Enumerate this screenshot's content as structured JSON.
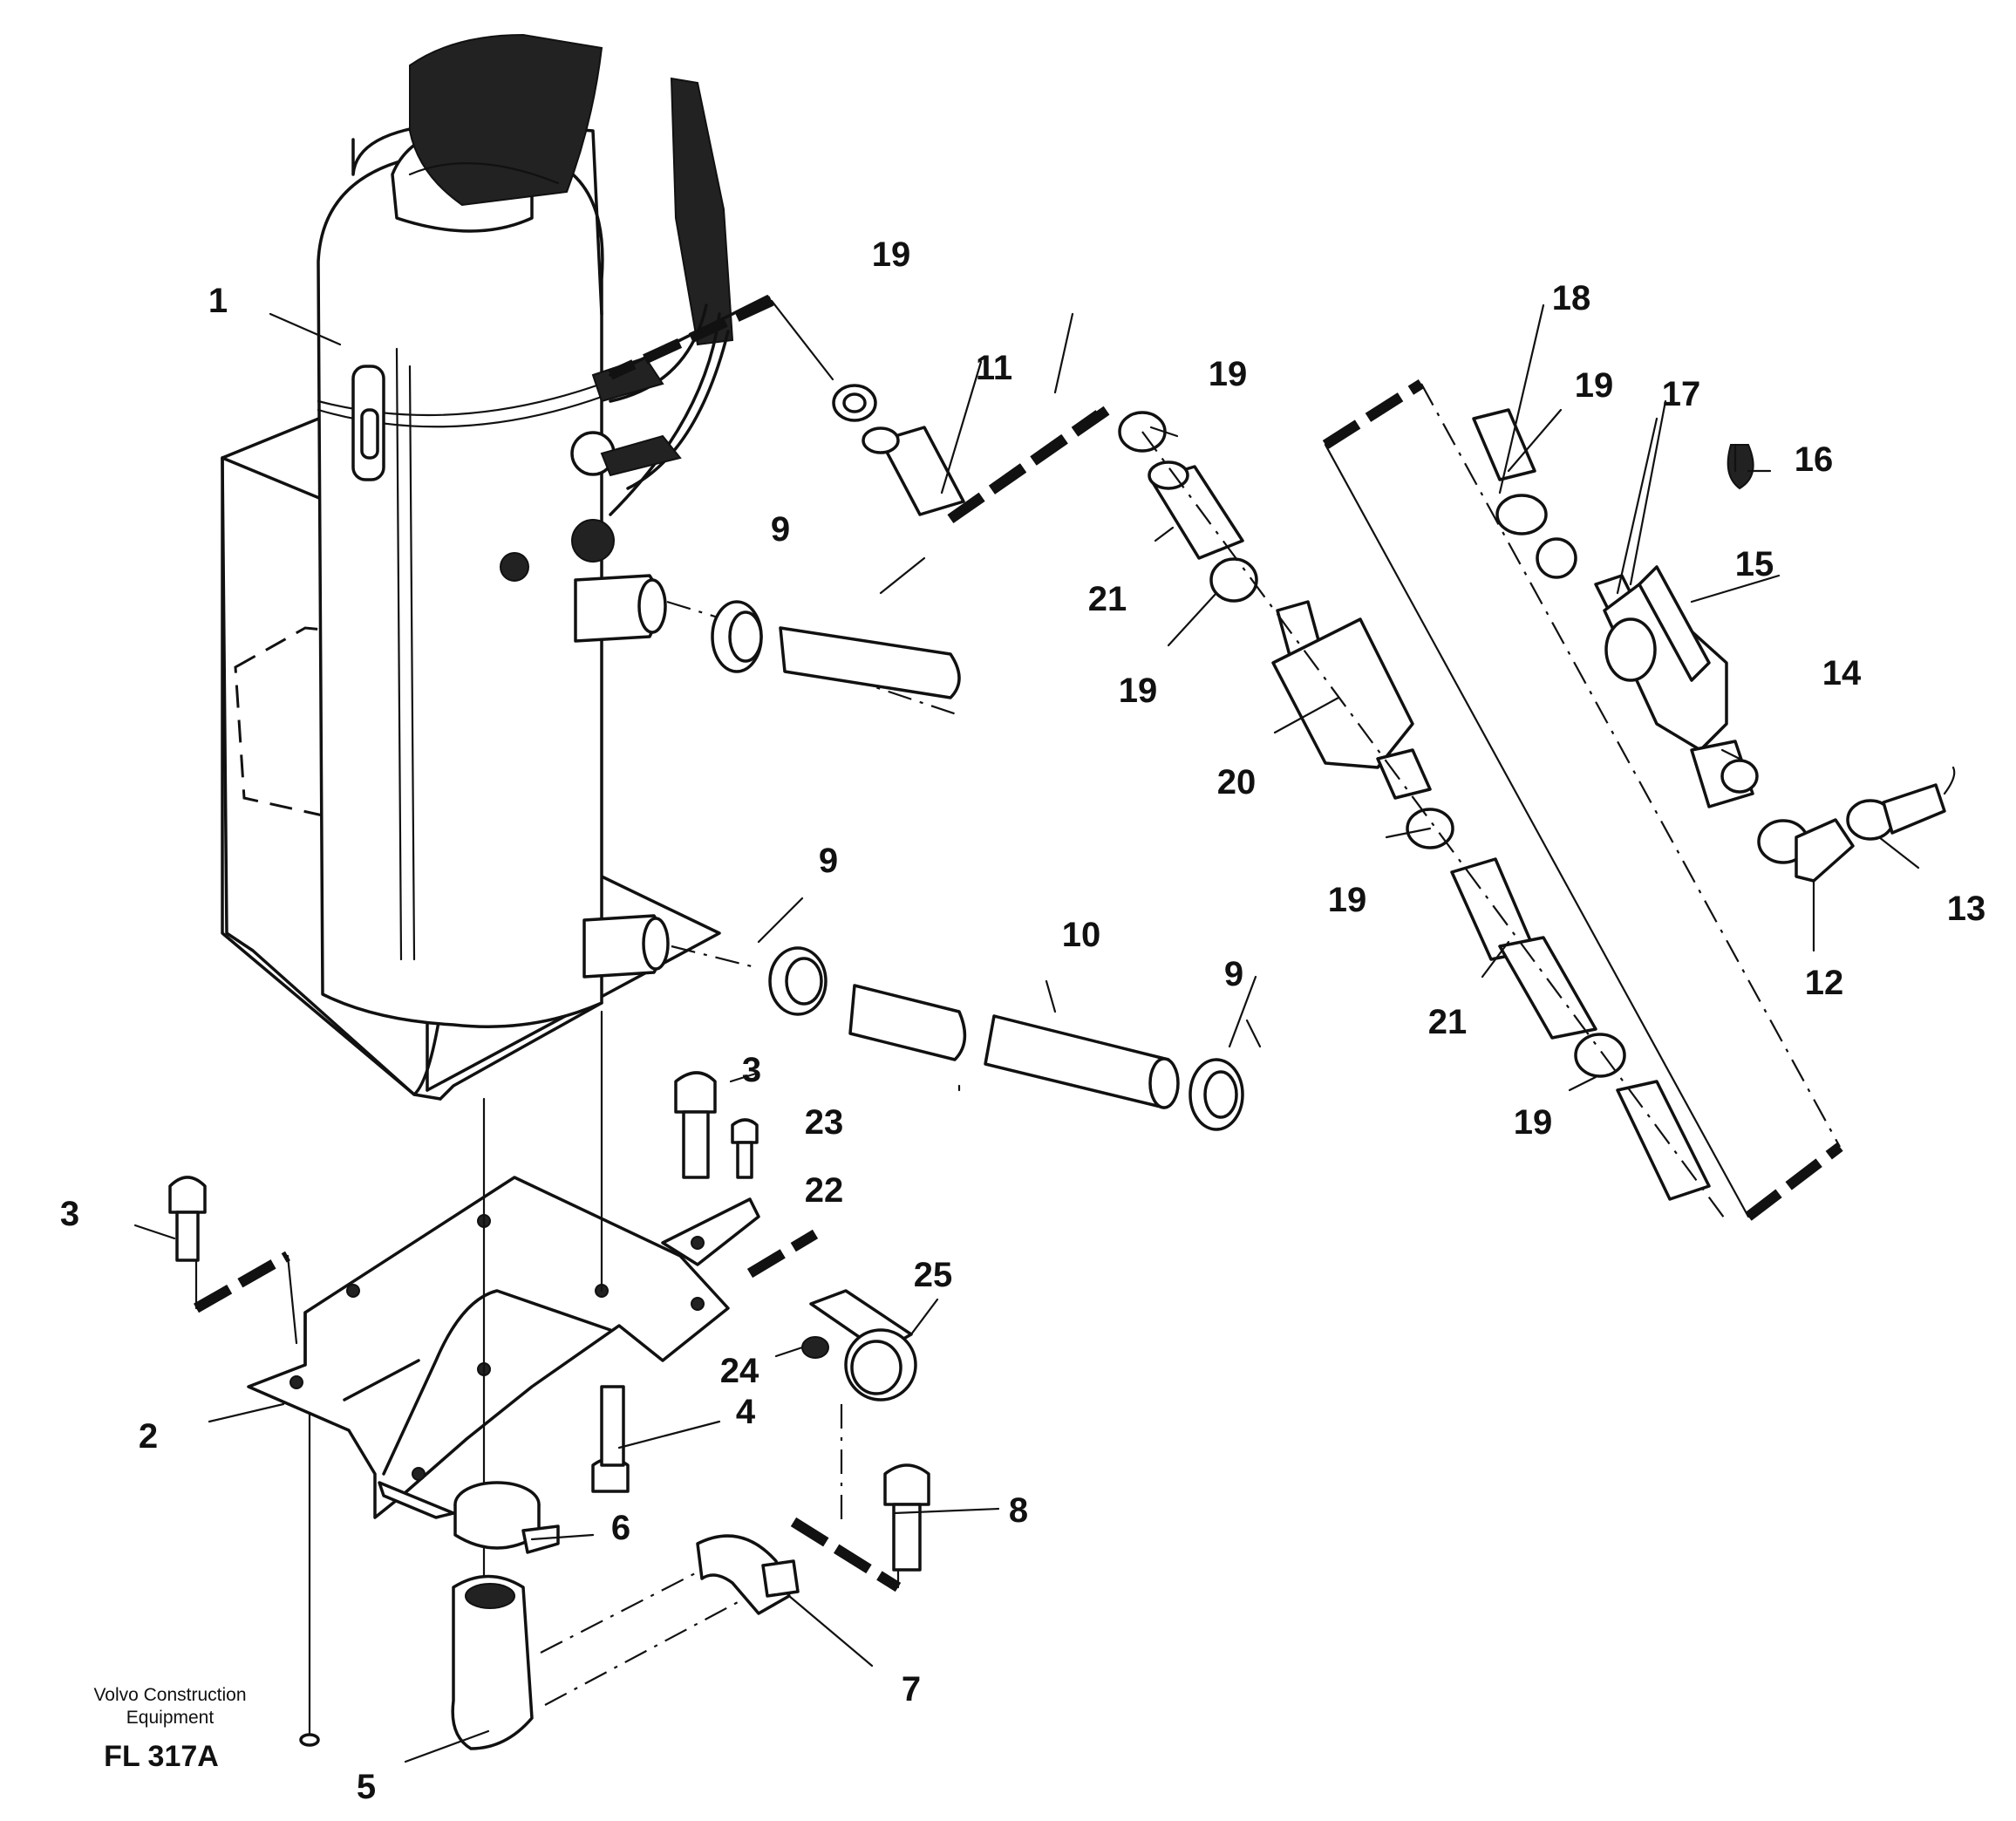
{
  "diagram": {
    "callouts": [
      {
        "id": "c1",
        "text": "1"
      },
      {
        "id": "c2",
        "text": "2"
      },
      {
        "id": "c3a",
        "text": "3"
      },
      {
        "id": "c3b",
        "text": "3"
      },
      {
        "id": "c4",
        "text": "4"
      },
      {
        "id": "c5",
        "text": "5"
      },
      {
        "id": "c6",
        "text": "6"
      },
      {
        "id": "c7",
        "text": "7"
      },
      {
        "id": "c8",
        "text": "8"
      },
      {
        "id": "c9a",
        "text": "9"
      },
      {
        "id": "c9b",
        "text": "9"
      },
      {
        "id": "c9c",
        "text": "9"
      },
      {
        "id": "c10",
        "text": "10"
      },
      {
        "id": "c11",
        "text": "11"
      },
      {
        "id": "c12",
        "text": "12"
      },
      {
        "id": "c13",
        "text": "13"
      },
      {
        "id": "c14",
        "text": "14"
      },
      {
        "id": "c15",
        "text": "15"
      },
      {
        "id": "c16",
        "text": "16"
      },
      {
        "id": "c17",
        "text": "17"
      },
      {
        "id": "c18",
        "text": "18"
      },
      {
        "id": "c19a",
        "text": "19"
      },
      {
        "id": "c19b",
        "text": "19"
      },
      {
        "id": "c19c",
        "text": "19"
      },
      {
        "id": "c19d",
        "text": "19"
      },
      {
        "id": "c19e",
        "text": "19"
      },
      {
        "id": "c19f",
        "text": "19"
      },
      {
        "id": "c20",
        "text": "20"
      },
      {
        "id": "c21a",
        "text": "21"
      },
      {
        "id": "c21b",
        "text": "21"
      },
      {
        "id": "c22",
        "text": "22"
      },
      {
        "id": "c23",
        "text": "23"
      },
      {
        "id": "c24",
        "text": "24"
      },
      {
        "id": "c25",
        "text": "25"
      }
    ]
  },
  "footer": {
    "company_line1": "Volvo Construction",
    "company_line2": "Equipment",
    "drawing_code": "FL 317A"
  }
}
